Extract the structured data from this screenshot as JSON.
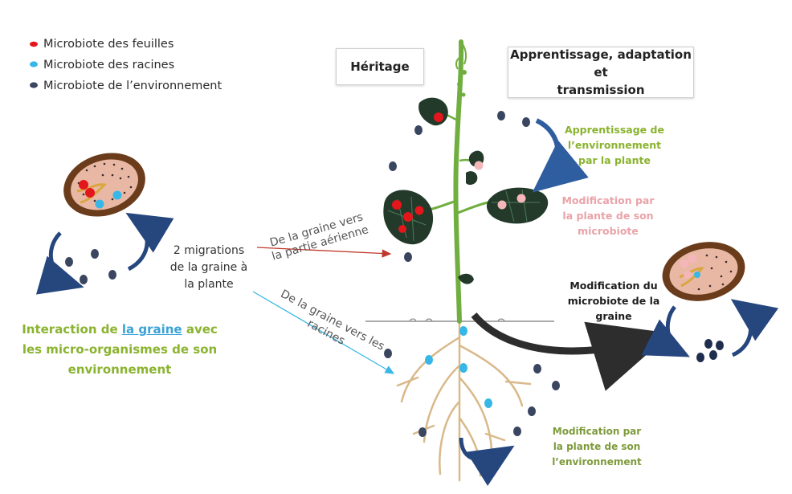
{
  "legend": {
    "items": [
      {
        "label": "Microbiote des feuilles",
        "color": "#e3161b",
        "icon": "red-dot"
      },
      {
        "label": "Microbiote des racines",
        "color": "#36b7e8",
        "icon": "blue-dot"
      },
      {
        "label": "Microbiote de l’environnement",
        "color": "#3a4560",
        "icon": "dark-dot"
      }
    ]
  },
  "boxes": {
    "heritage": "Héritage",
    "apprentissage_line1": "Apprentissage, adaptation et",
    "apprentissage_line2": "transmission"
  },
  "labels": {
    "apprentissage_env": [
      "Apprentissage de",
      "l’environnement",
      "par la plante"
    ],
    "modification_microbiote": [
      "Modification par",
      "la plante de son",
      "microbiote"
    ],
    "modification_graine": [
      "Modification du",
      "microbiote de la",
      "graine"
    ],
    "modification_env": [
      "Modification par",
      "la plante de son",
      "l’environnement"
    ],
    "migrations": [
      "2 migrations",
      "de la graine à",
      "la plante"
    ],
    "vers_aerienne": [
      "De la graine vers",
      "la partie aérienne"
    ],
    "vers_racines": [
      "De la graine vers les",
      "racines"
    ],
    "interaction_pre": "Interaction de ",
    "interaction_link": "la graine",
    "interaction_post": " avec",
    "interaction_line2": "les micro-organismes de son",
    "interaction_line3": "environnement"
  },
  "colors": {
    "leaf_microbe": "#e3161b",
    "root_microbe": "#36b7e8",
    "env_microbe": "#3a4560",
    "pink_microbe": "#f5b6b9",
    "green_text": "#8ab32f",
    "pink_text": "#e9a3a8",
    "arrow_blue": "#26477e",
    "leaf": "#233a2b",
    "stem": "#6fae3f",
    "root": "#d9b98a"
  }
}
